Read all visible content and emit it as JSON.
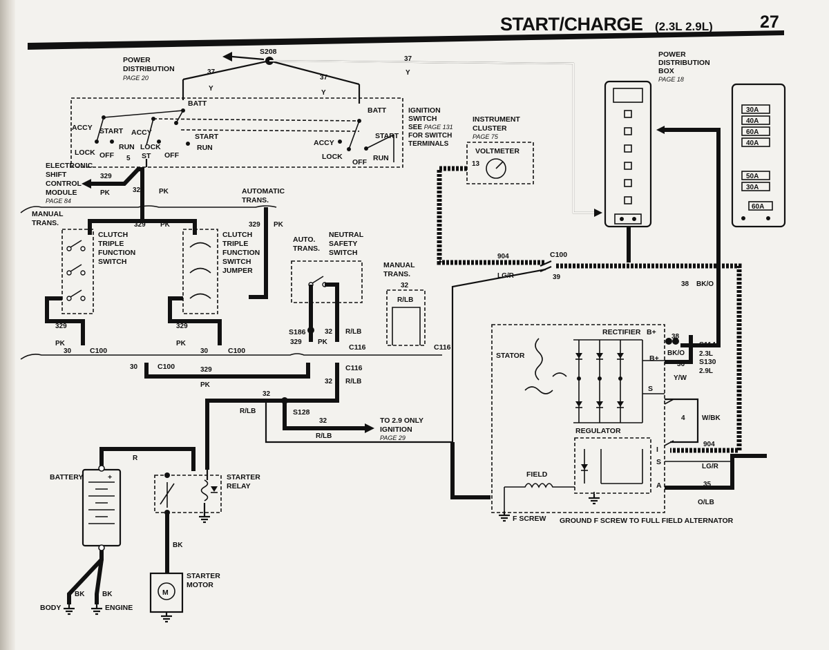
{
  "header": {
    "title": "START/CHARGE",
    "subtitle": "(2.3L 2.9L)",
    "page_number": "27"
  },
  "components": {
    "power_distribution": {
      "label": "POWER DISTRIBUTION",
      "ref": "PAGE 20"
    },
    "splice_s208": "S208",
    "ignition_switch": {
      "label": "IGNITION SWITCH",
      "ref": "SEE PAGE 131 FOR SWITCH TERMINALS"
    },
    "switch_positions": [
      "ACCY",
      "START",
      "LOCK",
      "OFF",
      "RUN",
      "BATT",
      "ST"
    ],
    "instrument_cluster": {
      "label": "INSTRUMENT CLUSTER",
      "ref": "PAGE 75"
    },
    "voltmeter": "VOLTMETER",
    "pdb": {
      "label": "POWER DISTRIBUTION BOX",
      "ref": "PAGE 18"
    },
    "fuses": [
      "30A",
      "40A",
      "60A",
      "40A",
      "50A",
      "30A",
      "60A"
    ],
    "escm": {
      "label": "ELECTRONIC SHIFT CONTROL MODULE",
      "ref": "PAGE 84"
    },
    "manual_trans": "MANUAL TRANS.",
    "automatic_trans": "AUTOMATIC TRANS.",
    "clutch_switch": "CLUTCH TRIPLE FUNCTION SWITCH",
    "clutch_jumper": "CLUTCH TRIPLE FUNCTION SWITCH JUMPER",
    "auto_trans": "AUTO. TRANS.",
    "neutral_safety": "NEUTRAL SAFETY SWITCH",
    "manual_trans_2": "MANUAL TRANS.",
    "splices": [
      "S186",
      "S128",
      "S114",
      "S130"
    ],
    "connectors": [
      "C100",
      "C116"
    ],
    "engine_codes": [
      "2.3L",
      "2.9L"
    ],
    "to_ignition": {
      "label": "TO 2.9 ONLY IGNITION",
      "ref": "PAGE 29"
    },
    "battery": "BATTERY",
    "starter_relay": "STARTER RELAY",
    "starter_motor": "STARTER MOTOR",
    "body": "BODY",
    "engine": "ENGINE",
    "rectifier": "RECTIFIER",
    "stator": "STATOR",
    "regulator": "REGULATOR",
    "field": "FIELD",
    "f_screw": "F SCREW",
    "ground_note": "GROUND F SCREW TO FULL FIELD ALTERNATOR",
    "alt_terminals": [
      "B+",
      "B+",
      "S",
      "I",
      "S",
      "A"
    ]
  },
  "wires": {
    "c37": "37",
    "y": "Y",
    "c329": "329",
    "pk": "PK",
    "c32": "32",
    "rlb": "R/LB",
    "c30": "30",
    "c13": "13",
    "c904": "904",
    "lgr": "LG/R",
    "c39": "39",
    "c38": "38",
    "bko": "BK/O",
    "c36": "36",
    "yw": "Y/W",
    "c4": "4",
    "wbk": "W/BK",
    "c35": "35",
    "olb": "O/LB",
    "c5": "5",
    "r": "R",
    "bk": "BK"
  },
  "colors": {
    "ink": "#111111",
    "paper": "#f3f2ee"
  },
  "icons": [
    "ground-icon",
    "voltmeter-gauge-icon",
    "motor-icon",
    "diode-icon",
    "battery-icon",
    "switch-contact-icon"
  ]
}
